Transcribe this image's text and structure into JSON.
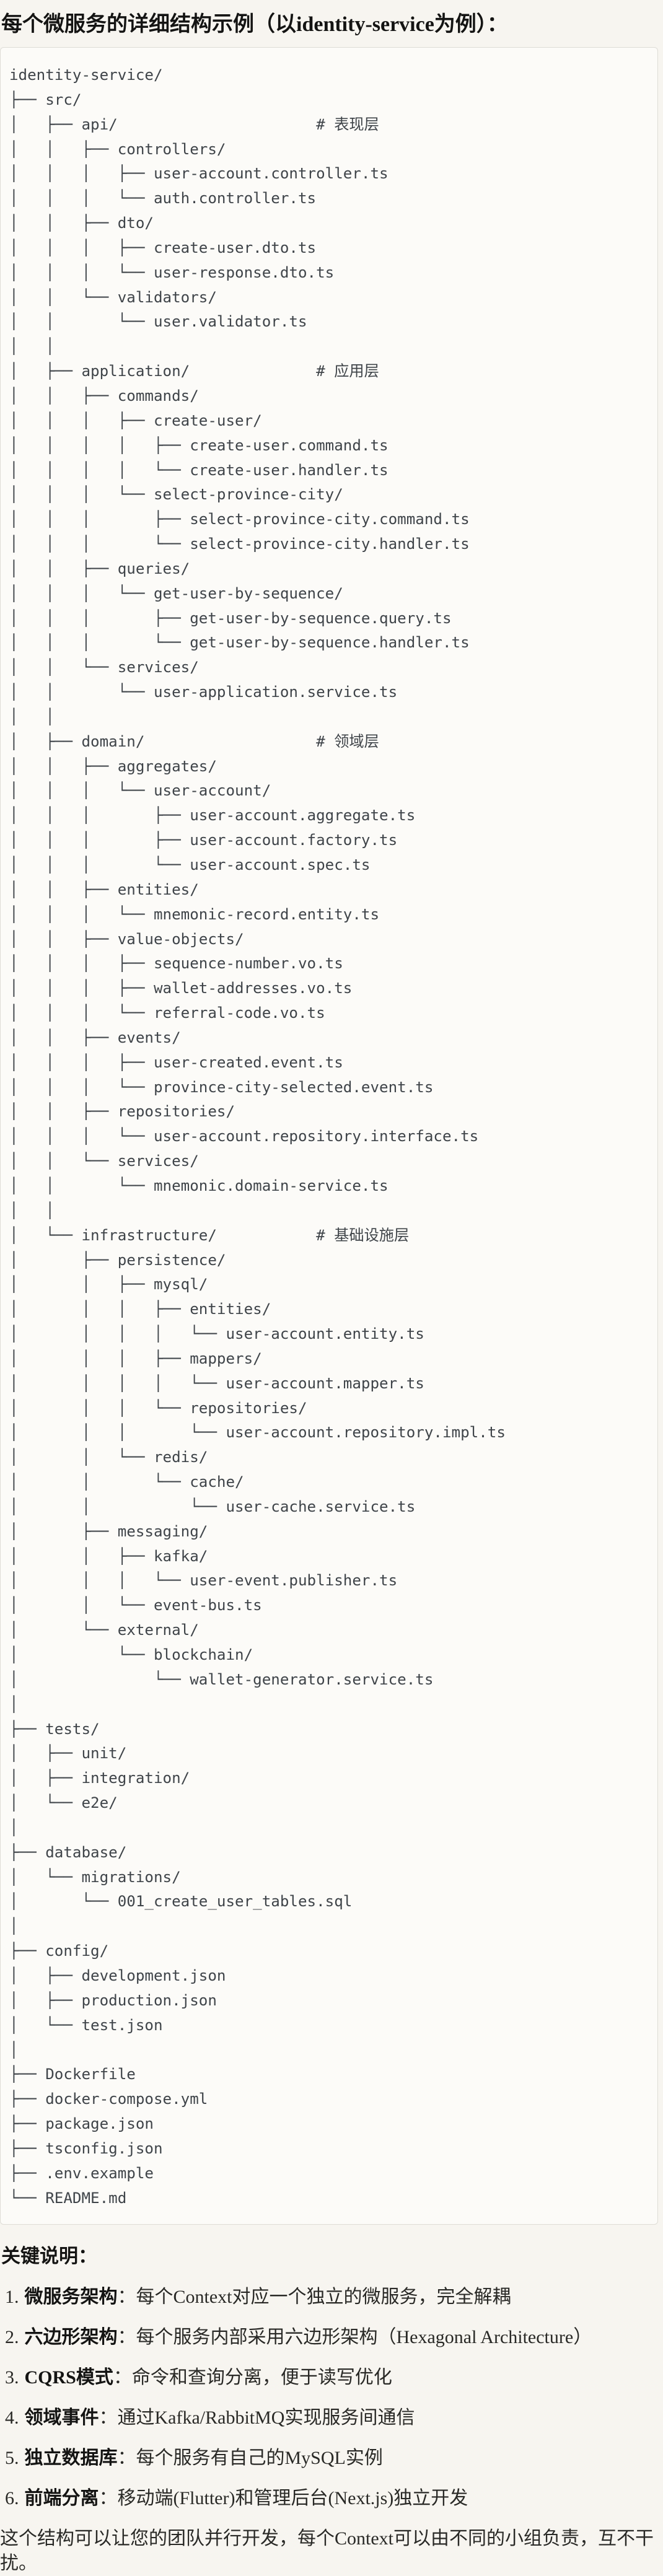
{
  "doc": {
    "title": "每个微服务的详细结构示例（以identity-service为例）："
  },
  "tree": {
    "text": "identity-service/\n├── src/\n│   ├── api/                      # 表现层\n│   │   ├── controllers/\n│   │   │   ├── user-account.controller.ts\n│   │   │   └── auth.controller.ts\n│   │   ├── dto/\n│   │   │   ├── create-user.dto.ts\n│   │   │   └── user-response.dto.ts\n│   │   └── validators/\n│   │       └── user.validator.ts\n│   │\n│   ├── application/              # 应用层\n│   │   ├── commands/\n│   │   │   ├── create-user/\n│   │   │   │   ├── create-user.command.ts\n│   │   │   │   └── create-user.handler.ts\n│   │   │   └── select-province-city/\n│   │   │       ├── select-province-city.command.ts\n│   │   │       └── select-province-city.handler.ts\n│   │   ├── queries/\n│   │   │   └── get-user-by-sequence/\n│   │   │       ├── get-user-by-sequence.query.ts\n│   │   │       └── get-user-by-sequence.handler.ts\n│   │   └── services/\n│   │       └── user-application.service.ts\n│   │\n│   ├── domain/                   # 领域层\n│   │   ├── aggregates/\n│   │   │   └── user-account/\n│   │   │       ├── user-account.aggregate.ts\n│   │   │       ├── user-account.factory.ts\n│   │   │       └── user-account.spec.ts\n│   │   ├── entities/\n│   │   │   └── mnemonic-record.entity.ts\n│   │   ├── value-objects/\n│   │   │   ├── sequence-number.vo.ts\n│   │   │   ├── wallet-addresses.vo.ts\n│   │   │   └── referral-code.vo.ts\n│   │   ├── events/\n│   │   │   ├── user-created.event.ts\n│   │   │   └── province-city-selected.event.ts\n│   │   ├── repositories/\n│   │   │   └── user-account.repository.interface.ts\n│   │   └── services/\n│   │       └── mnemonic.domain-service.ts\n│   │\n│   └── infrastructure/           # 基础设施层\n│       ├── persistence/\n│       │   ├── mysql/\n│       │   │   ├── entities/\n│       │   │   │   └── user-account.entity.ts\n│       │   │   ├── mappers/\n│       │   │   │   └── user-account.mapper.ts\n│       │   │   └── repositories/\n│       │   │       └── user-account.repository.impl.ts\n│       │   └── redis/\n│       │       └── cache/\n│       │           └── user-cache.service.ts\n│       ├── messaging/\n│       │   ├── kafka/\n│       │   │   └── user-event.publisher.ts\n│       │   └── event-bus.ts\n│       └── external/\n│           └── blockchain/\n│               └── wallet-generator.service.ts\n│\n├── tests/\n│   ├── unit/\n│   ├── integration/\n│   └── e2e/\n│\n├── database/\n│   └── migrations/\n│       └── 001_create_user_tables.sql\n│\n├── config/\n│   ├── development.json\n│   ├── production.json\n│   └── test.json\n│\n├── Dockerfile\n├── docker-compose.yml\n├── package.json\n├── tsconfig.json\n├── .env.example\n└── README.md"
  },
  "notes": {
    "heading": "关键说明：",
    "items": [
      {
        "num": "1.",
        "label": "微服务架构",
        "text": "：每个Context对应一个独立的微服务，完全解耦"
      },
      {
        "num": "2.",
        "label": "六边形架构",
        "text": "：每个服务内部采用六边形架构（Hexagonal Architecture）"
      },
      {
        "num": "3.",
        "label": "CQRS模式",
        "text": "：命令和查询分离，便于读写优化"
      },
      {
        "num": "4.",
        "label": "领域事件",
        "text": "：通过Kafka/RabbitMQ实现服务间通信"
      },
      {
        "num": "5.",
        "label": "独立数据库",
        "text": "：每个服务有自己的MySQL实例"
      },
      {
        "num": "6.",
        "label": "前端分离",
        "text": "：移动端(Flutter)和管理后台(Next.js)独立开发"
      }
    ],
    "footer": "这个结构可以让您的团队并行开发，每个Context可以由不同的小组负责，互不干扰。"
  },
  "colors": {
    "page_bg": "#f7f5f0",
    "code_bg": "#fcfbf8",
    "code_border": "#dedcd6",
    "code_text": "#3f4449",
    "body_text": "#292926",
    "heading_text": "#141413"
  }
}
